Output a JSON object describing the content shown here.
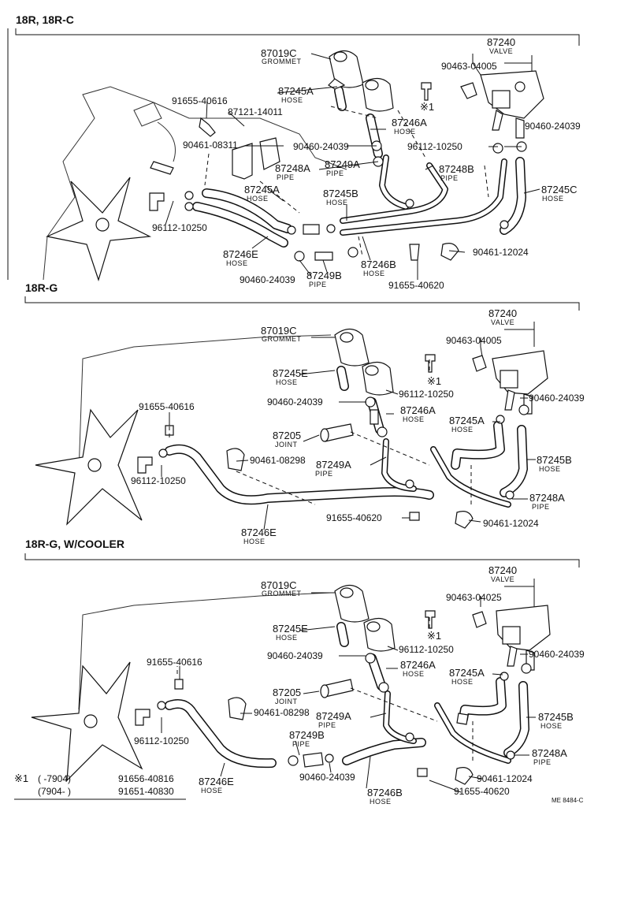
{
  "sections": [
    {
      "title": "18R, 18R-C",
      "labels": [
        {
          "pn": "87019C",
          "sub": "GROMMET"
        },
        {
          "pn": "87240",
          "sub": "VALVE"
        },
        {
          "pn": "90463-04005"
        },
        {
          "pn": "87245A",
          "sub": "HOSE"
        },
        {
          "pn": "91655-40616"
        },
        {
          "pn": "87121-14011"
        },
        {
          "pn": "※1"
        },
        {
          "pn": "87246A",
          "sub": "HOSE"
        },
        {
          "pn": "90460-24039"
        },
        {
          "pn": "90461-08311"
        },
        {
          "pn": "90460-24039"
        },
        {
          "pn": "96112-10250"
        },
        {
          "pn": "87248A",
          "sub": "PIPE"
        },
        {
          "pn": "87249A",
          "sub": "PIPE"
        },
        {
          "pn": "87248B",
          "sub": "PIPE"
        },
        {
          "pn": "87245A",
          "sub": "HOSE"
        },
        {
          "pn": "87245B",
          "sub": "HOSE"
        },
        {
          "pn": "87245C",
          "sub": "HOSE"
        },
        {
          "pn": "96112-10250"
        },
        {
          "pn": "87246E",
          "sub": "HOSE"
        },
        {
          "pn": "87246B",
          "sub": "HOSE"
        },
        {
          "pn": "90461-12024"
        },
        {
          "pn": "90460-24039"
        },
        {
          "pn": "87249B",
          "sub": "PIPE"
        },
        {
          "pn": "91655-40620"
        }
      ]
    },
    {
      "title": "18R-G",
      "labels": [
        {
          "pn": "87019C",
          "sub": "GROMMET"
        },
        {
          "pn": "87240",
          "sub": "VALVE"
        },
        {
          "pn": "90463-04005"
        },
        {
          "pn": "87245E",
          "sub": "HOSE"
        },
        {
          "pn": "※1"
        },
        {
          "pn": "96112-10250"
        },
        {
          "pn": "91655-40616"
        },
        {
          "pn": "90460-24039"
        },
        {
          "pn": "87246A",
          "sub": "HOSE"
        },
        {
          "pn": "90460-24039"
        },
        {
          "pn": "87245A",
          "sub": "HOSE"
        },
        {
          "pn": "87205",
          "sub": "JOINT"
        },
        {
          "pn": "90461-08298"
        },
        {
          "pn": "87249A",
          "sub": "PIPE"
        },
        {
          "pn": "87245B",
          "sub": "HOSE"
        },
        {
          "pn": "96112-10250"
        },
        {
          "pn": "87248A",
          "sub": "PIPE"
        },
        {
          "pn": "91655-40620"
        },
        {
          "pn": "90461-12024"
        },
        {
          "pn": "87246E",
          "sub": "HOSE"
        }
      ]
    },
    {
      "title": "18R-G, W/COOLER",
      "labels": [
        {
          "pn": "87019C",
          "sub": "GROMMET"
        },
        {
          "pn": "87240",
          "sub": "VALVE"
        },
        {
          "pn": "90463-04025"
        },
        {
          "pn": "87245E",
          "sub": "HOSE"
        },
        {
          "pn": "※1"
        },
        {
          "pn": "96112-10250"
        },
        {
          "pn": "90460-24039"
        },
        {
          "pn": "90460-24039"
        },
        {
          "pn": "91655-40616"
        },
        {
          "pn": "87246A",
          "sub": "HOSE"
        },
        {
          "pn": "87245A",
          "sub": "HOSE"
        },
        {
          "pn": "87205",
          "sub": "JOINT"
        },
        {
          "pn": "90461-08298"
        },
        {
          "pn": "87249A",
          "sub": "PIPE"
        },
        {
          "pn": "87245B",
          "sub": "HOSE"
        },
        {
          "pn": "87249B",
          "sub": "PIPE"
        },
        {
          "pn": "96112-10250"
        },
        {
          "pn": "87248A",
          "sub": "PIPE"
        },
        {
          "pn": "90460-24039"
        },
        {
          "pn": "90461-12024"
        },
        {
          "pn": "87246E",
          "sub": "HOSE"
        },
        {
          "pn": "87246B",
          "sub": "HOSE"
        },
        {
          "pn": "91655-40620"
        }
      ]
    }
  ],
  "footnote": {
    "mark": "※1",
    "rows": [
      {
        "range": "(        -7904)",
        "pn": "91656-40816"
      },
      {
        "range": "(7904-        )",
        "pn": "91651-40830"
      }
    ]
  },
  "code": "ME 8484-C"
}
